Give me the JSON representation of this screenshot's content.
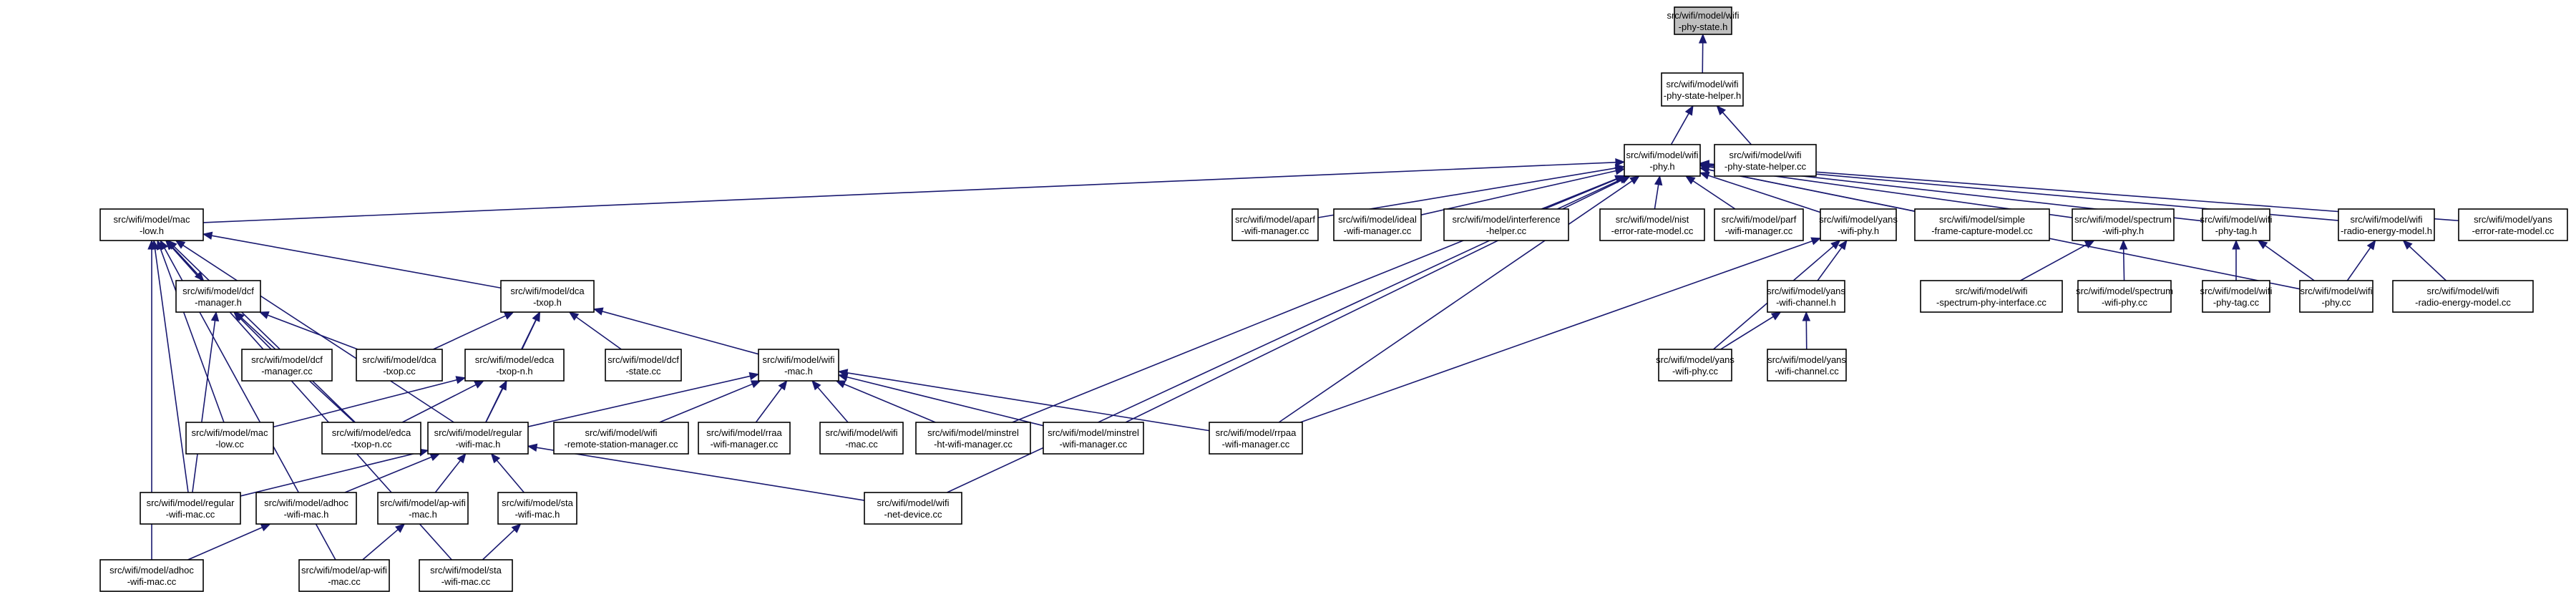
{
  "diagram": {
    "nodes": [
      {
        "id": "n0",
        "line1": "src/wifi/model/wifi",
        "line2": "-phy-state.h"
      },
      {
        "id": "n1",
        "line1": "src/wifi/model/wifi",
        "line2": "-phy-state-helper.h"
      },
      {
        "id": "n2",
        "line1": "src/wifi/model/wifi",
        "line2": "-phy.h"
      },
      {
        "id": "n3",
        "line1": "src/wifi/model/wifi",
        "line2": "-phy-state-helper.cc"
      },
      {
        "id": "n4",
        "line1": "src/wifi/model/mac",
        "line2": "-low.h"
      },
      {
        "id": "n5",
        "line1": "src/wifi/model/dca",
        "line2": "-txop.h"
      },
      {
        "id": "n6",
        "line1": "src/wifi/model/dcf",
        "line2": "-manager.h"
      },
      {
        "id": "n7",
        "line1": "src/wifi/model/dcf",
        "line2": "-manager.cc"
      },
      {
        "id": "n8",
        "line1": "src/wifi/model/dca",
        "line2": "-txop.cc"
      },
      {
        "id": "n9",
        "line1": "src/wifi/model/edca",
        "line2": "-txop-n.h"
      },
      {
        "id": "n10",
        "line1": "src/wifi/model/dcf",
        "line2": "-state.cc"
      },
      {
        "id": "n11",
        "line1": "src/wifi/model/wifi",
        "line2": "-mac.h"
      },
      {
        "id": "n12",
        "line1": "src/wifi/model/mac",
        "line2": "-low.cc"
      },
      {
        "id": "n13",
        "line1": "src/wifi/model/edca",
        "line2": "-txop-n.cc"
      },
      {
        "id": "n14",
        "line1": "src/wifi/model/regular",
        "line2": "-wifi-mac.h"
      },
      {
        "id": "n15",
        "line1": "src/wifi/model/wifi",
        "line2": "-remote-station-manager.cc"
      },
      {
        "id": "n16",
        "line1": "src/wifi/model/rraa",
        "line2": "-wifi-manager.cc"
      },
      {
        "id": "n17",
        "line1": "src/wifi/model/wifi",
        "line2": "-mac.cc"
      },
      {
        "id": "n18",
        "line1": "src/wifi/model/minstrel",
        "line2": "-ht-wifi-manager.cc"
      },
      {
        "id": "n19",
        "line1": "src/wifi/model/minstrel",
        "line2": "-wifi-manager.cc"
      },
      {
        "id": "n20",
        "line1": "src/wifi/model/rrpaa",
        "line2": "-wifi-manager.cc"
      },
      {
        "id": "n21",
        "line1": "src/wifi/model/regular",
        "line2": "-wifi-mac.cc"
      },
      {
        "id": "n22",
        "line1": "src/wifi/model/adhoc",
        "line2": "-wifi-mac.h"
      },
      {
        "id": "n23",
        "line1": "src/wifi/model/ap-wifi",
        "line2": "-mac.h"
      },
      {
        "id": "n24",
        "line1": "src/wifi/model/sta",
        "line2": "-wifi-mac.h"
      },
      {
        "id": "n25",
        "line1": "src/wifi/model/wifi",
        "line2": "-net-device.cc"
      },
      {
        "id": "n26",
        "line1": "src/wifi/model/adhoc",
        "line2": "-wifi-mac.cc"
      },
      {
        "id": "n27",
        "line1": "src/wifi/model/ap-wifi",
        "line2": "-mac.cc"
      },
      {
        "id": "n28",
        "line1": "src/wifi/model/sta",
        "line2": "-wifi-mac.cc"
      },
      {
        "id": "n29",
        "line1": "src/wifi/model/aparf",
        "line2": "-wifi-manager.cc"
      },
      {
        "id": "n30",
        "line1": "src/wifi/model/ideal",
        "line2": "-wifi-manager.cc"
      },
      {
        "id": "n31",
        "line1": "src/wifi/model/interference",
        "line2": "-helper.cc"
      },
      {
        "id": "n32",
        "line1": "src/wifi/model/nist",
        "line2": "-error-rate-model.cc"
      },
      {
        "id": "n33",
        "line1": "src/wifi/model/parf",
        "line2": "-wifi-manager.cc"
      },
      {
        "id": "n34",
        "line1": "src/wifi/model/yans",
        "line2": "-wifi-phy.h"
      },
      {
        "id": "n35",
        "line1": "src/wifi/model/simple",
        "line2": "-frame-capture-model.cc"
      },
      {
        "id": "n36",
        "line1": "src/wifi/model/spectrum",
        "line2": "-wifi-phy.h"
      },
      {
        "id": "n37",
        "line1": "src/wifi/model/wifi",
        "line2": "-phy-tag.h"
      },
      {
        "id": "n38",
        "line1": "src/wifi/model/wifi",
        "line2": "-radio-energy-model.h"
      },
      {
        "id": "n39",
        "line1": "src/wifi/model/yans",
        "line2": "-error-rate-model.cc"
      },
      {
        "id": "n40",
        "line1": "src/wifi/model/yans",
        "line2": "-wifi-channel.h"
      },
      {
        "id": "n41",
        "line1": "src/wifi/model/yans",
        "line2": "-wifi-phy.cc"
      },
      {
        "id": "n42",
        "line1": "src/wifi/model/yans",
        "line2": "-wifi-channel.cc"
      },
      {
        "id": "n43",
        "line1": "src/wifi/model/wifi",
        "line2": "-spectrum-phy-interface.cc"
      },
      {
        "id": "n44",
        "line1": "src/wifi/model/spectrum",
        "line2": "-wifi-phy.cc"
      },
      {
        "id": "n45",
        "line1": "src/wifi/model/wifi",
        "line2": "-phy-tag.cc"
      },
      {
        "id": "n46",
        "line1": "src/wifi/model/wifi",
        "line2": "-phy.cc"
      },
      {
        "id": "n47",
        "line1": "src/wifi/model/wifi",
        "line2": "-radio-energy-model.cc"
      }
    ]
  }
}
